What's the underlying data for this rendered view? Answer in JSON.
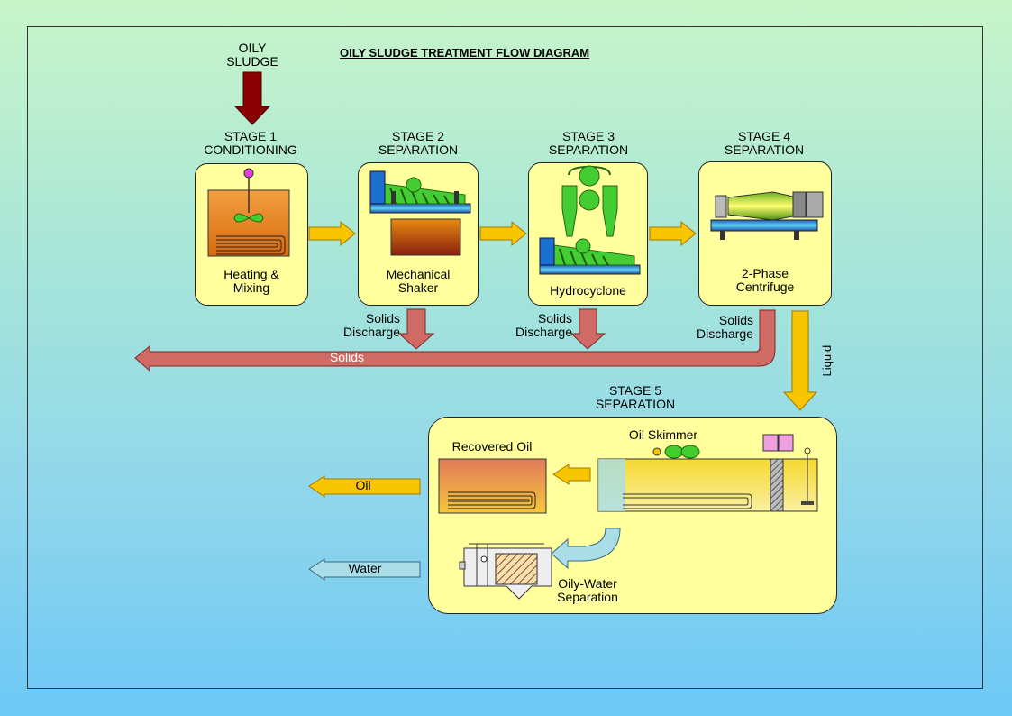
{
  "title": "OILY SLUDGE TREATMENT FLOW DIAGRAM",
  "input_label": "OILY\nSLUDGE",
  "stages": [
    {
      "heading": "STAGE 1\nCONDITIONING",
      "caption": "Heating &\nMixing"
    },
    {
      "heading": "STAGE 2\nSEPARATION",
      "caption": "Mechanical\nShaker"
    },
    {
      "heading": "STAGE 3\nSEPARATION",
      "caption": "Hydrocyclone"
    },
    {
      "heading": "STAGE 4\nSEPARATION",
      "caption": "2-Phase\nCentrifuge"
    },
    {
      "heading": "STAGE 5\nSEPARATION"
    }
  ],
  "solids_discharge_label": "Solids\nDischarge",
  "solids_label": "Solids",
  "liquid_label": "Liquid",
  "stage5": {
    "recovered_oil": "Recovered Oil",
    "oil_skimmer": "Oil Skimmer",
    "oily_water": "Oily-Water\nSeparation"
  },
  "outputs": {
    "oil": "Oil",
    "water": "Water"
  },
  "colors": {
    "box": "#ffff9e",
    "process_arrow": "#f9c400",
    "solids_arrow": "#cf6a64",
    "input_arrow": "#8b0000",
    "water_arrow": "#a9dde8",
    "equipment_green": "#44cc33",
    "equipment_blue": "#1a6fd0"
  }
}
